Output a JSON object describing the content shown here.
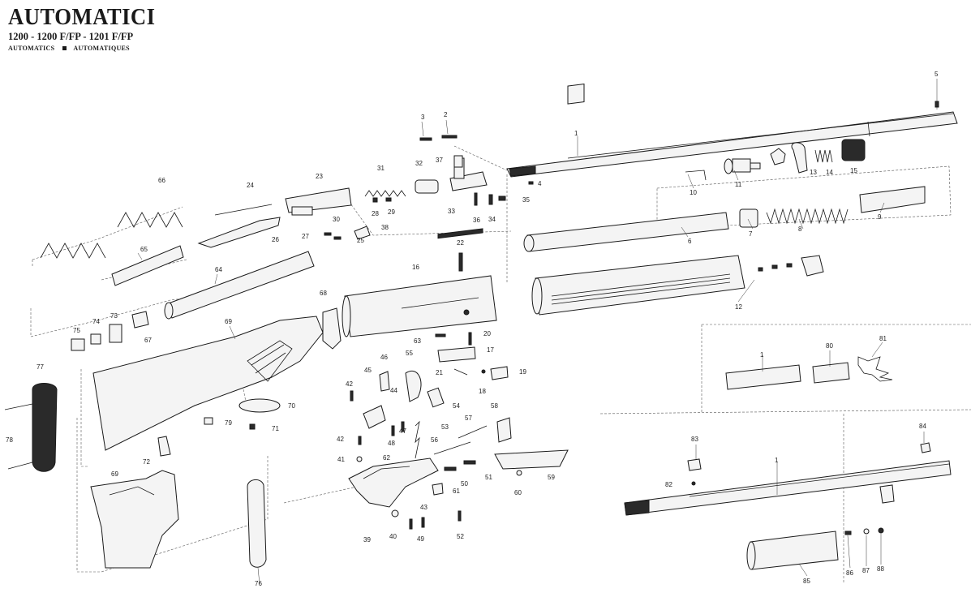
{
  "header": {
    "title": "AUTOMATICI",
    "subtitle": "1200 - 1200 F/FP - 1201 F/FP",
    "lang_en": "AUTOMATICS",
    "lang_fr": "AUTOMATIQUES"
  },
  "parts": {
    "p1": "1",
    "p2": "2",
    "p3": "3",
    "p4": "4",
    "p5": "5",
    "p6": "6",
    "p7": "7",
    "p8": "8",
    "p9": "9",
    "p10": "10",
    "p11": "11",
    "p12": "12",
    "p13": "13",
    "p14": "14",
    "p15": "15",
    "p16": "16",
    "p17": "17",
    "p18": "18",
    "p19": "19",
    "p20": "20",
    "p21": "21",
    "p22": "22",
    "p23": "23",
    "p24": "24",
    "p25": "25",
    "p26": "26",
    "p27": "27",
    "p28": "28",
    "p29": "29",
    "p30": "30",
    "p31": "31",
    "p32": "32",
    "p33": "33",
    "p34": "34",
    "p35": "35",
    "p36": "36",
    "p37": "37",
    "p38": "38",
    "p39": "39",
    "p40": "40",
    "p41": "41",
    "p42": "42",
    "p43": "43",
    "p44": "44",
    "p45": "45",
    "p46": "46",
    "p47": "47",
    "p48": "48",
    "p49": "49",
    "p50": "50",
    "p51": "51",
    "p52": "52",
    "p53": "53",
    "p54": "54",
    "p55": "55",
    "p56": "56",
    "p57": "57",
    "p58": "58",
    "p59": "59",
    "p60": "60",
    "p61": "61",
    "p62": "62",
    "p63": "63",
    "p64": "64",
    "p65": "65",
    "p66": "66",
    "p67": "67",
    "p68": "68",
    "p69": "69",
    "p70": "70",
    "p71": "71",
    "p72": "72",
    "p73": "73",
    "p74": "74",
    "p75": "75",
    "p76": "76",
    "p77": "77",
    "p78": "78",
    "p79": "79",
    "p80": "80",
    "p81": "81",
    "p82": "82",
    "p83": "83",
    "p84": "84",
    "p85": "85",
    "p86": "86",
    "p87": "87",
    "p88": "88"
  }
}
